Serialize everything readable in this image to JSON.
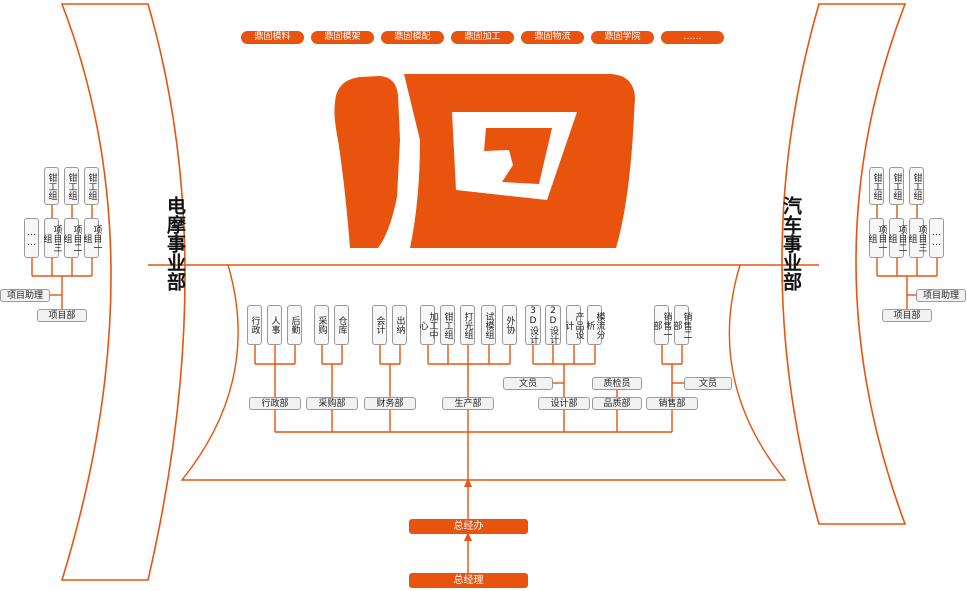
{
  "top_tabs": [
    "鼎固模料",
    "鼎固模架",
    "鼎固模配",
    "鼎固加工",
    "鼎固物流",
    "鼎固学院",
    "……"
  ],
  "left_unit": {
    "title": "电摩事业部",
    "top_row": [
      "钳工组",
      "钳工组",
      "钳工组"
    ],
    "mid_row": [
      "……",
      "项目三组",
      "项目二组",
      "项目一组"
    ],
    "assistant": "项目助理",
    "dept": "项目部"
  },
  "right_unit": {
    "title": "汽车事业部",
    "top_row": [
      "钳工组",
      "钳工组",
      "钳工组"
    ],
    "mid_row": [
      "项目一组",
      "项目二组",
      "项目三组",
      "……"
    ],
    "assistant": "项目助理",
    "dept": "项目部"
  },
  "departments": {
    "admin": {
      "name": "行政部",
      "subs": [
        "行政",
        "人事",
        "后勤"
      ]
    },
    "purchase": {
      "name": "采购部",
      "subs": [
        "采购",
        "仓库"
      ]
    },
    "finance": {
      "name": "财务部",
      "subs": [
        "会计",
        "出纳"
      ]
    },
    "production": {
      "name": "生产部",
      "subs": [
        "加工中心",
        "钳工组",
        "打光组",
        "试模组",
        "外协"
      ]
    },
    "design": {
      "name": "设计部",
      "subs": [
        "3D设计",
        "2D设计",
        "产品设计",
        "模流分析"
      ],
      "clerk": "文员"
    },
    "quality": {
      "name": "品质部",
      "inspector": "质检员"
    },
    "sales": {
      "name": "销售部",
      "subs": [
        "销售一部",
        "销售二部"
      ],
      "clerk": "文员"
    }
  },
  "general_office": "总经办",
  "general_manager": "总经理",
  "colors": {
    "accent": "#e8530e",
    "line": "#e8530e",
    "box_border": "#9a9a9a"
  }
}
